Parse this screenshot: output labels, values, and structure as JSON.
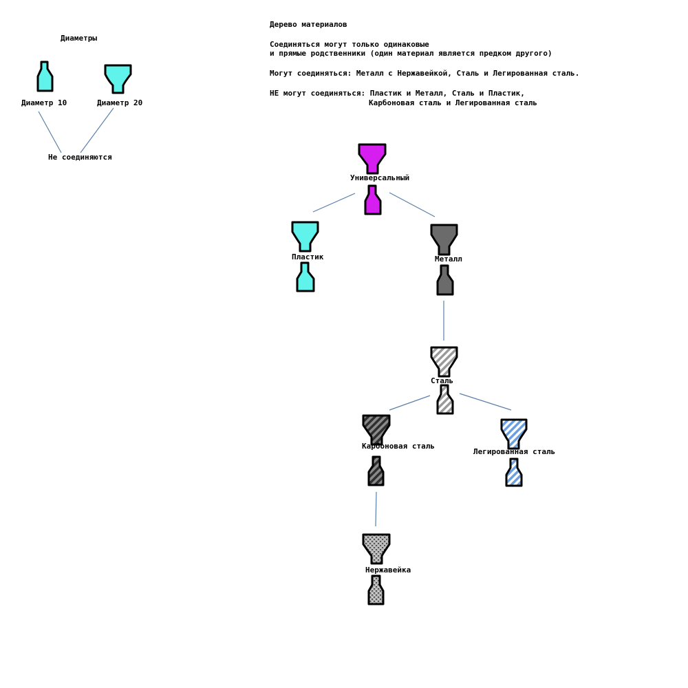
{
  "legend": {
    "title": "Диаметры",
    "d10": "Диаметр 10",
    "d20": "Диаметр 20",
    "no_connect": "Не соединяются"
  },
  "notes": {
    "title": "Дерево материалов",
    "line1": "Соединяться могут только одинаковые",
    "line2": "и прямые родственники (один материал является предком другого)",
    "line3": "Могут соединяться: Металл с Нержавейкой, Сталь и Легированная сталь.",
    "line4": "НЕ могут соединяться:  Пластик и Металл, Сталь и Пластик,",
    "line5": "Карбоновая сталь и Легированная сталь"
  },
  "nodes": {
    "universal": "Универсальный",
    "plastic": "Пластик",
    "metal": "Металл",
    "steel": "Сталь",
    "carbon": "Карбоновая сталь",
    "alloy": "Легированная сталь",
    "stainless": "Нержавейка"
  },
  "colors": {
    "cyan": "#5ff3ec",
    "magenta": "#d61ef0",
    "metal_gray": "#6b6b6b",
    "steel_light": "#d0d0d0",
    "carbon_dark": "#4d4d4d",
    "alloy_blue": "#6a9fe0",
    "edge": "#5b7fa9"
  }
}
